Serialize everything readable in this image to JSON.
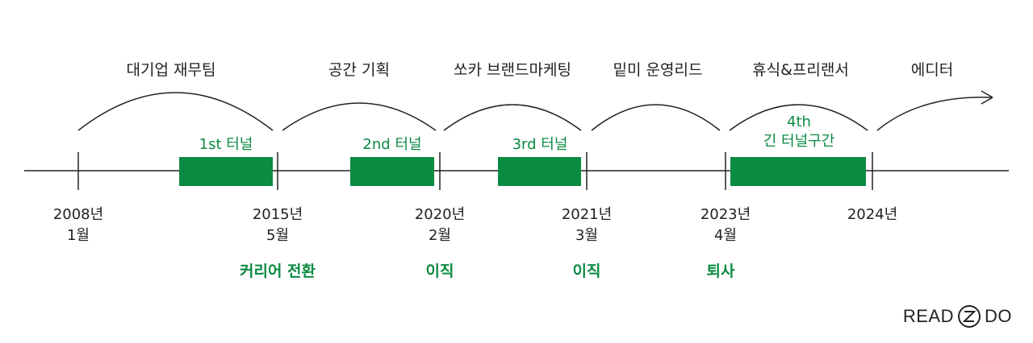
{
  "phases": [
    "대기업 재무팀",
    "공간 기획",
    "쏘카 브랜드마케팅",
    "밑미 운영리드",
    "휴식&프리랜서",
    "에디터"
  ],
  "tunnels": [
    "1st 터널",
    "2nd 터널",
    "3rd 터널",
    "4th\n긴 터널구간"
  ],
  "milestones": [
    {
      "year": "2008년",
      "month": "1월",
      "event": ""
    },
    {
      "year": "2015년",
      "month": "5월",
      "event": "커리어 전환"
    },
    {
      "year": "2020년",
      "month": "2월",
      "event": "이직"
    },
    {
      "year": "2021년",
      "month": "3월",
      "event": "이직"
    },
    {
      "year": "2023년",
      "month": "4월",
      "event": "퇴사"
    },
    {
      "year": "2024년",
      "month": "",
      "event": ""
    }
  ],
  "logo": {
    "left": "READ",
    "right": "DO"
  },
  "colors": {
    "accent": "#0b8a42",
    "line": "#222222"
  }
}
